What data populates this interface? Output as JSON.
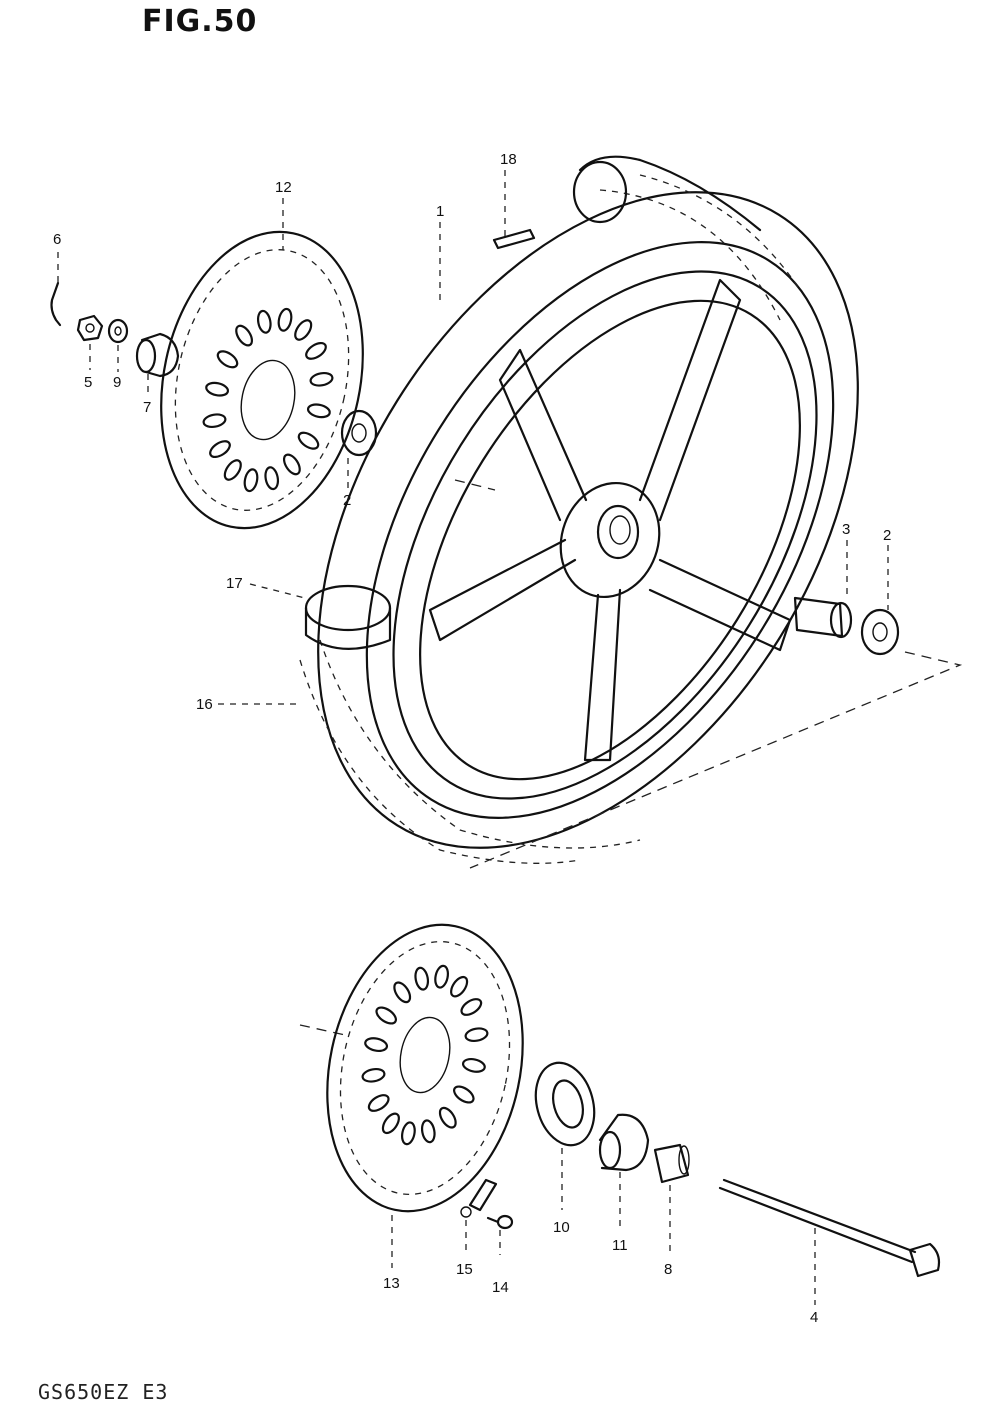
{
  "header": {
    "figure_label": "FIG.50"
  },
  "footer": {
    "model_code": "GS650EZ E3"
  },
  "callouts": {
    "c1": "1",
    "c2a": "2",
    "c2b": "2",
    "c3": "3",
    "c4": "4",
    "c5": "5",
    "c6": "6",
    "c7": "7",
    "c8": "8",
    "c9": "9",
    "c10": "10",
    "c11": "11",
    "c12": "12",
    "c13": "13",
    "c14": "14",
    "c15": "15",
    "c16": "16",
    "c17": "17",
    "c18": "18"
  }
}
